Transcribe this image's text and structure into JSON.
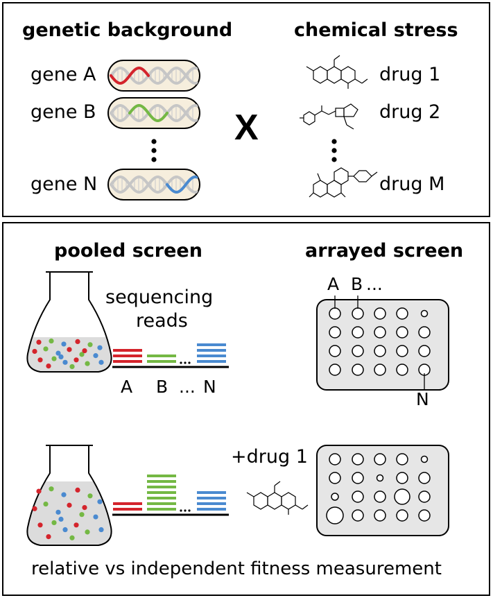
{
  "top": {
    "title_left": "genetic background",
    "title_right": "chemical stress",
    "genes": [
      "gene A",
      "gene B",
      "gene N"
    ],
    "drugs": [
      "drug 1",
      "drug 2",
      "drug M"
    ],
    "cross_symbol": "X",
    "ellipsis": "⋮"
  },
  "bottom": {
    "title_pooled": "pooled screen",
    "title_arrayed": "arrayed screen",
    "reads_label_1": "sequencing",
    "reads_label_2": "reads",
    "axis_labels": [
      "A",
      "B",
      "...",
      "N"
    ],
    "plate_labels": [
      "A",
      "B",
      "..."
    ],
    "plate_label_end": "N",
    "treatment_label": "+drug 1",
    "caption": "relative vs independent fitness measurement"
  },
  "colors": {
    "red": "#d4242c",
    "green": "#74b844",
    "blue": "#4a8ad0",
    "capsule_fill": "#f6eedd",
    "plate_fill": "#e6e6e6",
    "dna_grey": "#c6c6c6"
  }
}
